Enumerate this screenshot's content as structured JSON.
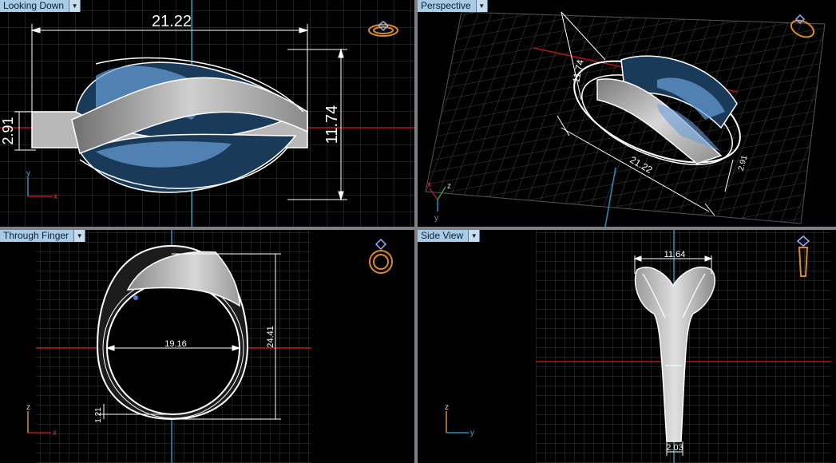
{
  "viewports": [
    {
      "id": "looking-down",
      "label": "Looking Down",
      "dims": {
        "width": "21.22",
        "height": "11.74",
        "band": "2.91"
      },
      "axes": {
        "a": "x",
        "b": "y"
      }
    },
    {
      "id": "perspective",
      "label": "Perspective",
      "dims": {
        "width": "21.22",
        "height": "11.74",
        "band": "2.91"
      },
      "axes": {
        "a": "x",
        "b": "z",
        "c": "y"
      }
    },
    {
      "id": "through-finger",
      "label": "Through Finger",
      "dims": {
        "inner": "19.16",
        "outer": "24.41",
        "thickness": "1.21"
      },
      "axes": {
        "a": "x",
        "b": "z"
      }
    },
    {
      "id": "side-view",
      "label": "Side View",
      "dims": {
        "top": "11.64",
        "bottom": "2.03"
      },
      "axes": {
        "a": "y",
        "b": "z"
      }
    }
  ],
  "dropdown_icon": "chevron-down-icon",
  "colors": {
    "tab_bg": "#a9cbe6",
    "grid": "#3c3c3c",
    "grid_major": "#6a6a6a",
    "x_axis": "#b01818",
    "y_axis": "#2f8fb0",
    "widget": "#d98a2b",
    "separator": "#7d8186"
  }
}
